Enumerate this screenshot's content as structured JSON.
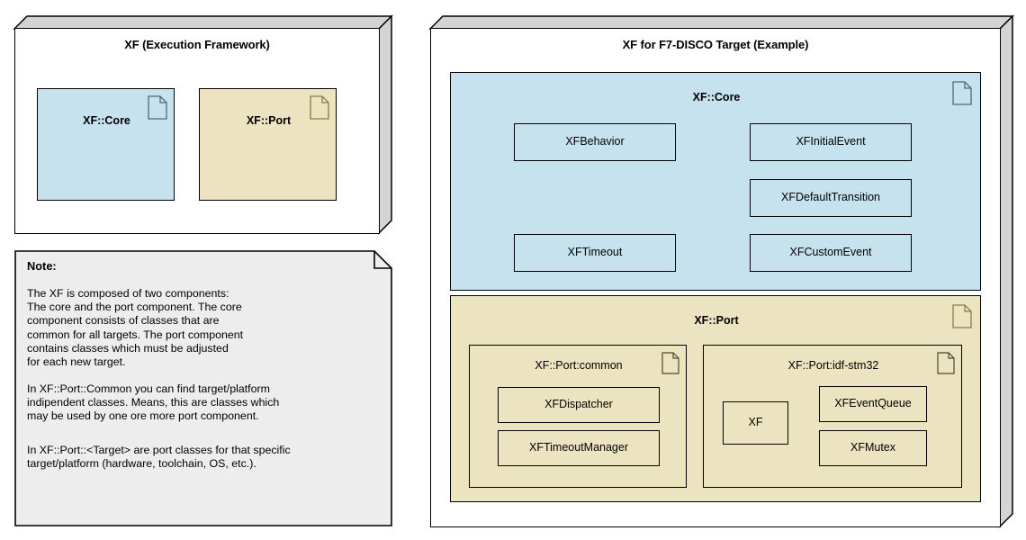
{
  "colors": {
    "core_blue": "#c6e2ef",
    "port_tan": "#ece3c0",
    "note_gray": "#ededed",
    "shadow_gray": "#d4d4d4",
    "outline": "#000000"
  },
  "left_panel": {
    "title": "XF (Execution Framework)",
    "components": [
      {
        "label": "XF::Core",
        "color": "#c6e2ef",
        "icon": "document-icon"
      },
      {
        "label": "XF::Port",
        "color": "#ece3c0",
        "icon": "document-icon"
      }
    ]
  },
  "note": {
    "heading": "Note:",
    "paragraphs": [
      "The XF is composed of two components:\nThe core and the port component. The core\ncomponent consists of classes that are\ncommon for all targets. The port component\ncontains classes which must be adjusted\nfor each new target.",
      "In XF::Port::Common you can find target/platform\nindipendent classes. Means, this are classes which\nmay be used by one ore more port component.",
      "In XF::Port::<Target> are port classes for that specific\ntarget/platform (hardware, toolchain, OS, etc.)."
    ]
  },
  "right_panel": {
    "title": "XF for F7-DISCO Target (Example)",
    "core": {
      "title": "XF::Core",
      "icon": "document-icon",
      "color": "#c6e2ef",
      "classes": [
        {
          "label": "XFBehavior"
        },
        {
          "label": "XFInitialEvent"
        },
        {
          "label": "XFDefaultTransition"
        },
        {
          "label": "XFTimeout"
        },
        {
          "label": "XFCustomEvent"
        }
      ]
    },
    "port": {
      "title": "XF::Port",
      "icon": "document-icon",
      "color": "#ece3c0",
      "subcomponents": [
        {
          "title": "XF::Port:common",
          "icon": "document-icon",
          "classes": [
            {
              "label": "XFDispatcher"
            },
            {
              "label": "XFTimeoutManager"
            }
          ]
        },
        {
          "title": "XF::Port:idf-stm32",
          "icon": "document-icon",
          "classes": [
            {
              "label": "XF"
            },
            {
              "label": "XFEventQueue"
            },
            {
              "label": "XFMutex"
            }
          ]
        }
      ]
    }
  }
}
